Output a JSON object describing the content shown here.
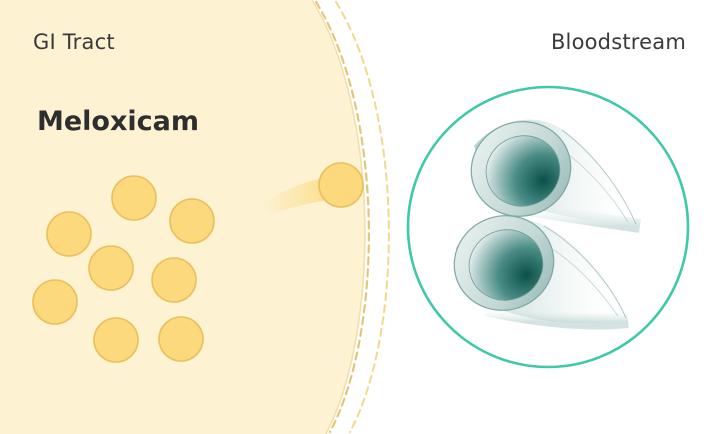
{
  "regions": {
    "gi_tract": "GI Tract",
    "bloodstream": "Bloodstream"
  },
  "drug": {
    "name": "Meloxicam"
  },
  "colors": {
    "gi_background": "#fdf2d2",
    "gi_outline": "#f1d99b",
    "membrane_dash": "#e3c679",
    "particle_fill": "#fbd97c",
    "particle_stroke": "#e9c05c",
    "magnifier_ring": "#3ec9a7",
    "vessel_teal": "#0f5f58",
    "vessel_light": "#e8f1f0",
    "label_text": "#3a3a3a"
  },
  "icons": {
    "particle": "drug-particle",
    "vessels": "blood-vessel-pair",
    "magnifier": "magnifier-circle"
  }
}
